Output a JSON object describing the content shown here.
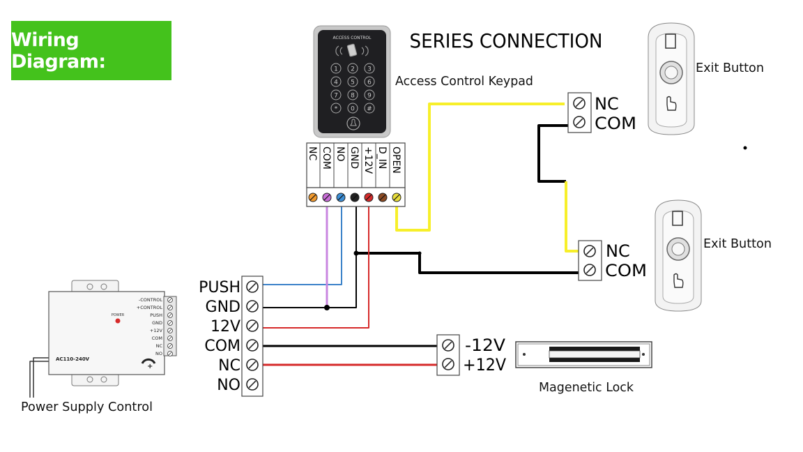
{
  "title_badge": "Wiring Diagram:",
  "heading": "SERIES CONNECTION",
  "keypad": {
    "label": "Access Control Keypad",
    "brand": "ACCESS CONTROL",
    "keys": [
      "1",
      "2",
      "3",
      "4",
      "5",
      "6",
      "7",
      "8",
      "9",
      "*",
      "0",
      "#"
    ],
    "terminals": [
      "NC",
      "COM",
      "NO",
      "GND",
      "+12V",
      "D_IN",
      "OPEN"
    ],
    "terminal_colors": [
      "#f29a2e",
      "#c86dd7",
      "#3d8fd6",
      "#222222",
      "#d42a2a",
      "#8b4a22",
      "#e8dd3a"
    ]
  },
  "power_supply": {
    "label": "Power Supply Control",
    "mini_labels": [
      "-CONTROL",
      "+CONTROL",
      "PUSH",
      "GND",
      "+12V",
      "COM",
      "NC",
      "NO"
    ],
    "power_text": "POWER",
    "ac_text": "AC110-240V"
  },
  "ps_terminals": [
    "PUSH",
    "GND",
    "12V",
    "COM",
    "NC",
    "NO"
  ],
  "exit_button_1": {
    "label": "Exit Button",
    "terminals": [
      "NC",
      "COM"
    ]
  },
  "exit_button_2": {
    "label": "Exit Button",
    "terminals": [
      "NC",
      "COM"
    ]
  },
  "lock": {
    "label": "Magenetic Lock",
    "terminals": [
      "-12V",
      "+12V"
    ]
  },
  "colors": {
    "yellow": "#f7ef2a",
    "black": "#000000",
    "red": "#d62a2a",
    "blue": "#3b82c9",
    "purple": "#c986e0",
    "green": "#44c21c"
  }
}
